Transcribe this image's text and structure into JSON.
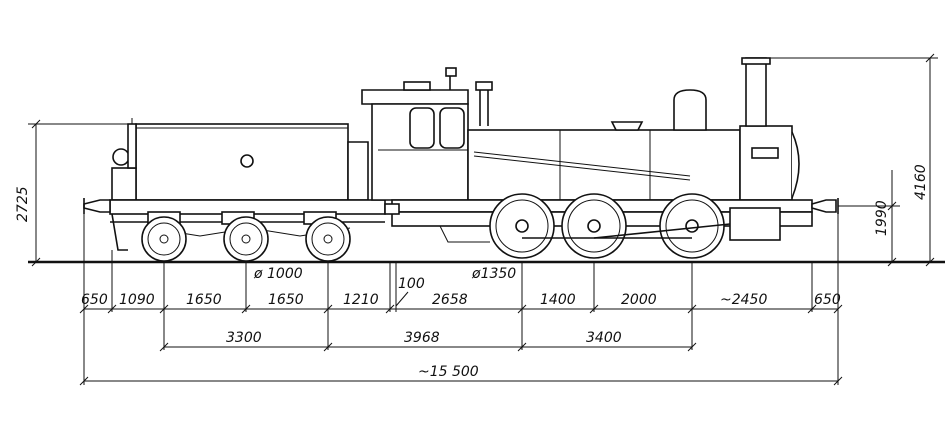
{
  "diagram": {
    "horizontal_dims_row1": [
      "650",
      "1090",
      "1650",
      "1650",
      "1210",
      "100",
      "2658",
      "1400",
      "2000",
      "~2450",
      "650"
    ],
    "horizontal_dims_row2": [
      "3300",
      "3968",
      "3400"
    ],
    "overall_length": "~15 500",
    "vertical_dims": {
      "tender_height": "2725",
      "buffer_height": "1990",
      "total_height": "4160"
    },
    "wheel_labels": {
      "tender_wheel": "ø 1000",
      "driving_wheel": "ø1350"
    }
  }
}
